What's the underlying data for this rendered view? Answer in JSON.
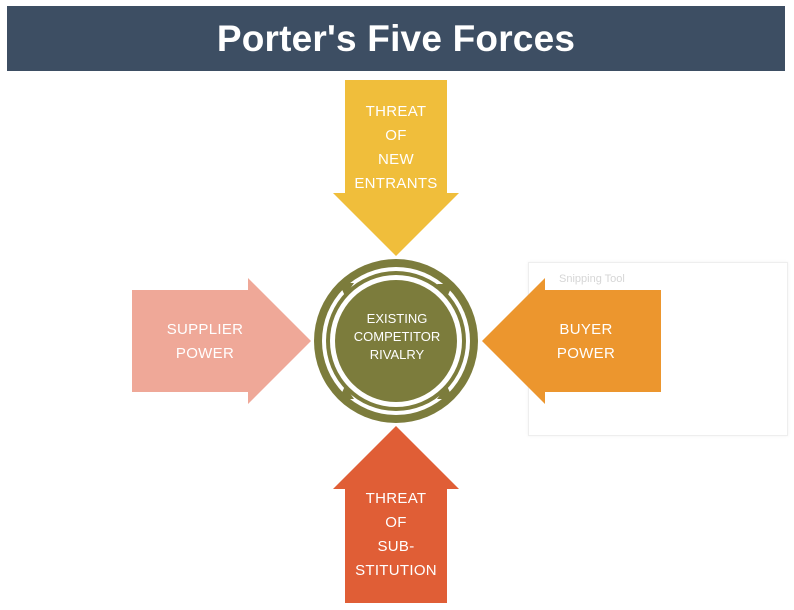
{
  "title": "Porter's Five Forces",
  "snipping_tool_label": "Snipping Tool",
  "forces": {
    "top": {
      "lines": [
        "THREAT",
        "OF",
        "NEW",
        "ENTRANTS"
      ],
      "color": "#f0be3b"
    },
    "left": {
      "lines": [
        "SUPPLIER",
        "POWER"
      ],
      "color": "#efa898"
    },
    "right": {
      "lines": [
        "BUYER",
        "POWER"
      ],
      "color": "#ec962e"
    },
    "bottom": {
      "lines": [
        "THREAT",
        "OF",
        "SUB-",
        "STITUTION"
      ],
      "color": "#e05e36"
    }
  },
  "center": {
    "lines": [
      "EXISTING",
      "COMPETITOR",
      "RIVALRY"
    ],
    "color": "#7c7c3c"
  },
  "colors": {
    "header_bg": "#3d4e63"
  }
}
